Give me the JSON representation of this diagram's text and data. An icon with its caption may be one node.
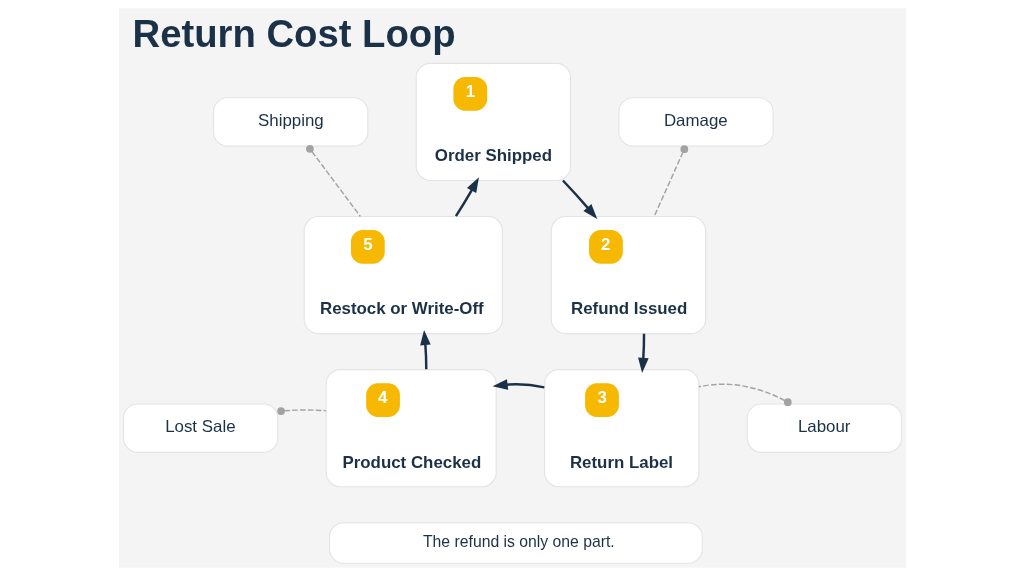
{
  "diagram": {
    "title": "Return Cost Loop",
    "nodes": [
      {
        "text": [
          "1",
          "Order Shipped"
        ]
      },
      {
        "text": [
          "Shipping"
        ]
      },
      {
        "text": [
          "Damage"
        ]
      },
      {
        "text": [
          "5",
          "Restock or Write-Off"
        ]
      },
      {
        "text": [
          "2",
          "Refund Issued"
        ]
      },
      {
        "text": [
          "Lost Sale"
        ]
      },
      {
        "text": [
          "4",
          "Product Checked"
        ]
      },
      {
        "text": [
          "3",
          "Return Label"
        ]
      },
      {
        "text": [
          "Labour"
        ]
      },
      {
        "text": [
          "The refund is only one part."
        ]
      }
    ],
    "edges": [
      {
        "from": 0,
        "to": 4,
        "arrow": "to"
      },
      {
        "from": 4,
        "to": 7,
        "arrow": "to"
      },
      {
        "from": 7,
        "to": 6,
        "arrow": "to"
      },
      {
        "from": 6,
        "to": 3,
        "arrow": "to"
      },
      {
        "from": 3,
        "to": 0,
        "arrow": "to"
      },
      {
        "from": 1,
        "to": 3,
        "arrow": "other",
        "style": "dashed",
        "color": "#a3a3a3"
      },
      {
        "from": 2,
        "to": 4,
        "arrow": "other",
        "style": "dashed",
        "color": "#a3a3a3"
      },
      {
        "from": 5,
        "to": 6,
        "arrow": "other",
        "style": "dashed",
        "color": "#a3a3a3"
      },
      {
        "from": 8,
        "to": 7,
        "arrow": "other",
        "style": "dashed",
        "color": "#a3a3a3"
      }
    ]
  }
}
